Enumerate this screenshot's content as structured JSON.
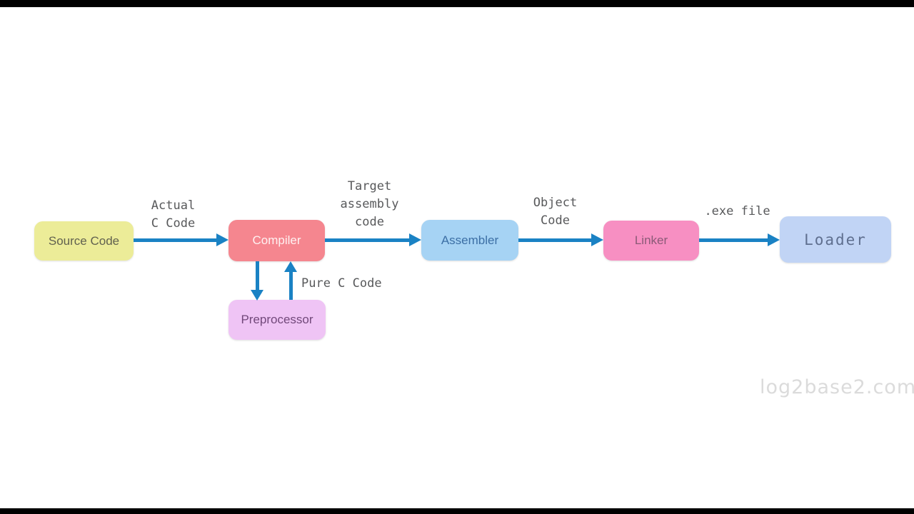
{
  "diagram": {
    "nodes": {
      "source": {
        "label": "Source Code",
        "bg": "#ECEC98",
        "fg": "#61614F"
      },
      "compiler": {
        "label": "Compiler",
        "bg": "#F5868F",
        "fg": "#FFF1F1"
      },
      "preprocessor": {
        "label": "Preprocessor",
        "bg": "#EFC4F5",
        "fg": "#71487A"
      },
      "assembler": {
        "label": "Assembler",
        "bg": "#A6D3F4",
        "fg": "#3C6FA5"
      },
      "linker": {
        "label": "Linker",
        "bg": "#F78FC2",
        "fg": "#8A5A77"
      },
      "loader": {
        "label": "Loader",
        "bg": "#C1D4F5",
        "fg": "#5F6F8F"
      }
    },
    "edge_labels": {
      "actual": "Actual\nC Code",
      "target": "Target\nassembly\ncode",
      "object": "Object\nCode",
      "exe": ".exe file",
      "pure": "Pure C Code"
    },
    "arrow_color": "#1A82C4",
    "label_color": "#58595B"
  },
  "watermark": {
    "text": "log2base2.com",
    "color": "#DBDBDB"
  }
}
